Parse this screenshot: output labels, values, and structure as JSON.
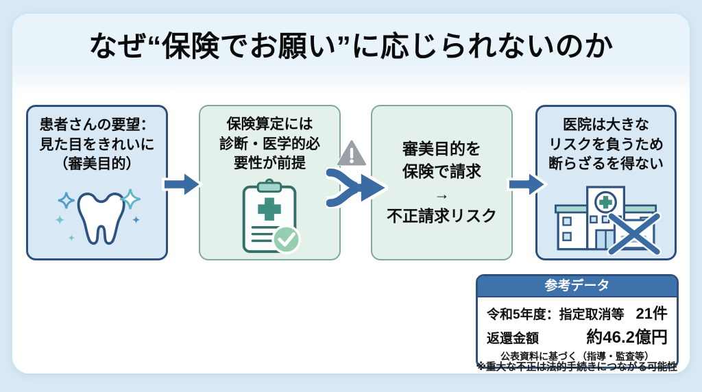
{
  "title": "なぜ“保険でお願い”に応じられないのか",
  "flow": {
    "boxes": [
      {
        "variant": "blue",
        "lines": [
          "患者さんの要望：",
          "見た目をきれいに",
          "（審美目的）"
        ],
        "icon": "sparkling-tooth-icon"
      },
      {
        "variant": "green",
        "lines": [
          "保険算定には",
          "診断・医学的必",
          "要性が前提"
        ],
        "icon": "medical-clipboard-check-icon"
      },
      {
        "variant": "green",
        "lines": [
          "審美目的を",
          "保険で請求",
          "→",
          "不正請求リスク"
        ],
        "icon": ""
      },
      {
        "variant": "blue",
        "lines": [
          "医院は大きな",
          "リスクを負うため",
          "断らざるを得ない"
        ],
        "icon": "hospital-rejected-claim-icon"
      }
    ],
    "connectors": [
      "arrow-right",
      "merge-arrow-with-warning",
      "arrow-right"
    ]
  },
  "reference": {
    "header": "参考データ",
    "rows": [
      {
        "label": "令和5年度：指定取消等",
        "value": "21件"
      },
      {
        "label": "返還金額",
        "value": "約46.2億円"
      }
    ],
    "source": "公表資料に基づく（指導・監査等）"
  },
  "footnote": "※重大な不正は法的手続きにつながる可能性",
  "colors": {
    "page_background": "#d7e9f4",
    "card_top_tint": "#e9f4fa",
    "card_body": "#ffffff",
    "blue_box_fill": "#d8e8f4",
    "blue_box_border": "#2c4f7c",
    "green_box_fill": "#e3f1ea",
    "green_box_border": "#7fa99c",
    "arrow_blue": "#3a6ba3",
    "warning_gray": "#9aa0a6",
    "reference_header_blue": "#3d72ab",
    "teal_icon": "#3f8e80",
    "text_black": "#0e0e0e"
  }
}
